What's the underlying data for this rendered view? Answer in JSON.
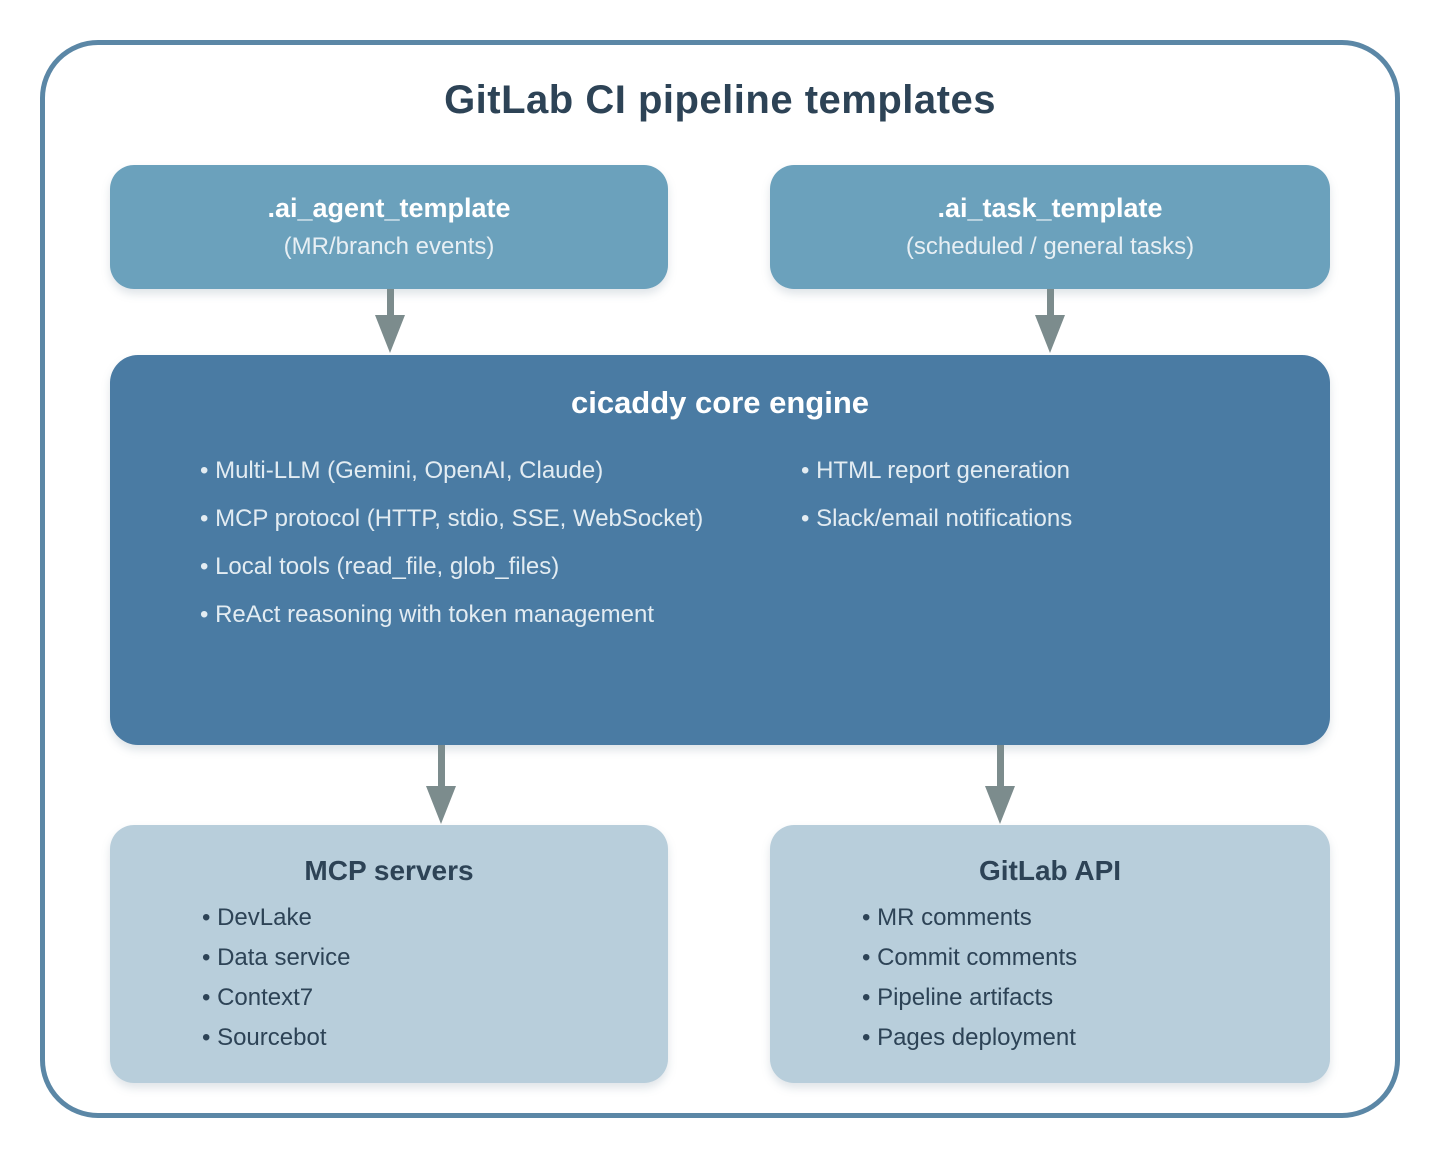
{
  "title": "GitLab CI pipeline templates",
  "top_boxes": [
    {
      "title": ".ai_agent_template",
      "subtitle": "(MR/branch events)"
    },
    {
      "title": ".ai_task_template",
      "subtitle": "(scheduled / general tasks)"
    }
  ],
  "core": {
    "title": "cicaddy core engine",
    "left_items": [
      "Multi-LLM (Gemini, OpenAI, Claude)",
      "MCP protocol (HTTP, stdio, SSE, WebSocket)",
      "Local tools (read_file, glob_files)",
      "ReAct reasoning with token management"
    ],
    "right_items": [
      "HTML report generation",
      "Slack/email notifications"
    ]
  },
  "bottom_boxes": [
    {
      "title": "MCP servers",
      "items": [
        "DevLake",
        "Data service",
        "Context7",
        "Sourcebot"
      ]
    },
    {
      "title": "GitLab API",
      "items": [
        "MR comments",
        "Commit comments",
        "Pipeline artifacts",
        "Pages deployment"
      ]
    }
  ],
  "colors": {
    "frame_border": "#5b87a6",
    "top_box_fill": "#6ba1bc",
    "core_box_fill": "#4a7ba3",
    "bottom_box_fill": "#b8cedb",
    "dark_text": "#2d4356",
    "light_text": "#e3ecf2",
    "arrow": "#7c8c8d"
  }
}
